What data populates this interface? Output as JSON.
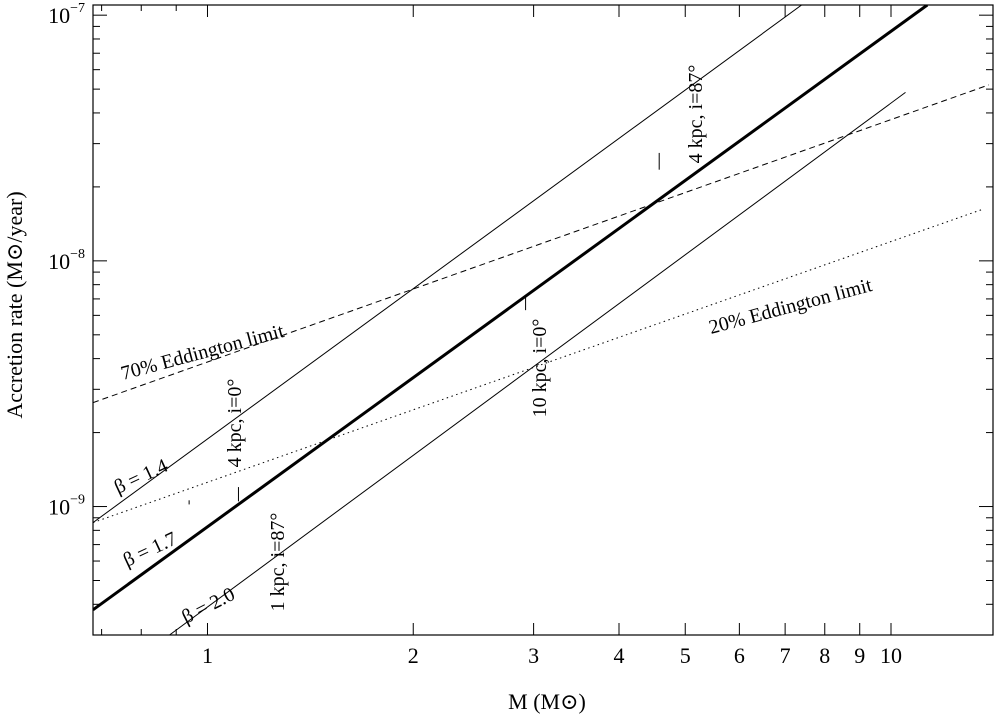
{
  "chart_data": {
    "type": "line",
    "xscale": "log",
    "yscale": "log",
    "xlabel": "M (M⊙)",
    "ylabel": "Accretion rate (M⊙/year)",
    "xlim": [
      0.68,
      14.1
    ],
    "ylim": [
      3e-10,
      1.1e-07
    ],
    "xticks": {
      "labeled": [
        {
          "value": 1,
          "label": "1"
        },
        {
          "value": 2,
          "label": "2"
        },
        {
          "value": 3,
          "label": "3"
        },
        {
          "value": 4,
          "label": "4"
        },
        {
          "value": 5,
          "label": "5"
        },
        {
          "value": 6,
          "label": "6"
        },
        {
          "value": 7,
          "label": "7"
        },
        {
          "value": 8,
          "label": "8"
        },
        {
          "value": 9,
          "label": "9"
        },
        {
          "value": 10,
          "label": "10"
        }
      ],
      "minor": [
        0.7,
        0.8,
        0.9
      ]
    },
    "yticks": {
      "labeled": [
        {
          "value": 1e-09,
          "base": "10",
          "exp": "−9"
        },
        {
          "value": 1e-08,
          "base": "10",
          "exp": "−8"
        },
        {
          "value": 1e-07,
          "base": "10",
          "exp": "−7"
        }
      ],
      "minor": [
        4e-10,
        5e-10,
        6e-10,
        7e-10,
        8e-10,
        9e-10,
        2e-09,
        3e-09,
        4e-09,
        5e-09,
        6e-09,
        7e-09,
        8e-09,
        9e-09,
        2e-08,
        3e-08,
        4e-08,
        5e-08,
        6e-08,
        7e-08,
        8e-08,
        9e-08
      ]
    },
    "series": [
      {
        "label": "β = 1.4",
        "style": "solid",
        "width": 1,
        "x": [
          0.68,
          7.4
        ],
        "y": [
          8.6e-10,
          1.1e-07
        ]
      },
      {
        "label": "β = 1.7",
        "style": "solid",
        "width": 3,
        "x": [
          0.68,
          11.3
        ],
        "y": [
          3.8e-10,
          1.1e-07
        ]
      },
      {
        "label": "β = 2.0",
        "style": "solid",
        "width": 1,
        "x": [
          0.88,
          10.5
        ],
        "y": [
          3e-10,
          4.85e-08
        ]
      },
      {
        "label": "70% Eddington limit",
        "style": "dashed",
        "width": 1,
        "x": [
          0.68,
          13.9
        ],
        "y": [
          2.65e-09,
          5.2e-08
        ]
      },
      {
        "label": "20% Eddington limit",
        "style": "dotted",
        "width": 1,
        "x": [
          0.68,
          13.6
        ],
        "y": [
          8.6e-10,
          1.62e-08
        ]
      }
    ],
    "markers": [
      {
        "label": "4 kpc, i=0°",
        "x": 0.94,
        "y1": 1.02e-09,
        "y2": 1.06e-09
      },
      {
        "label": "1 kpc, i=87°",
        "x": 1.11,
        "y1": 1.05e-09,
        "y2": 1.2e-09
      },
      {
        "label": "10 kpc, i=0°",
        "x": 2.92,
        "y1": 6.3e-09,
        "y2": 7.2e-09
      },
      {
        "label": "4 kpc, i=87°",
        "x": 4.58,
        "y1": 2.35e-08,
        "y2": 2.75e-08
      }
    ]
  }
}
